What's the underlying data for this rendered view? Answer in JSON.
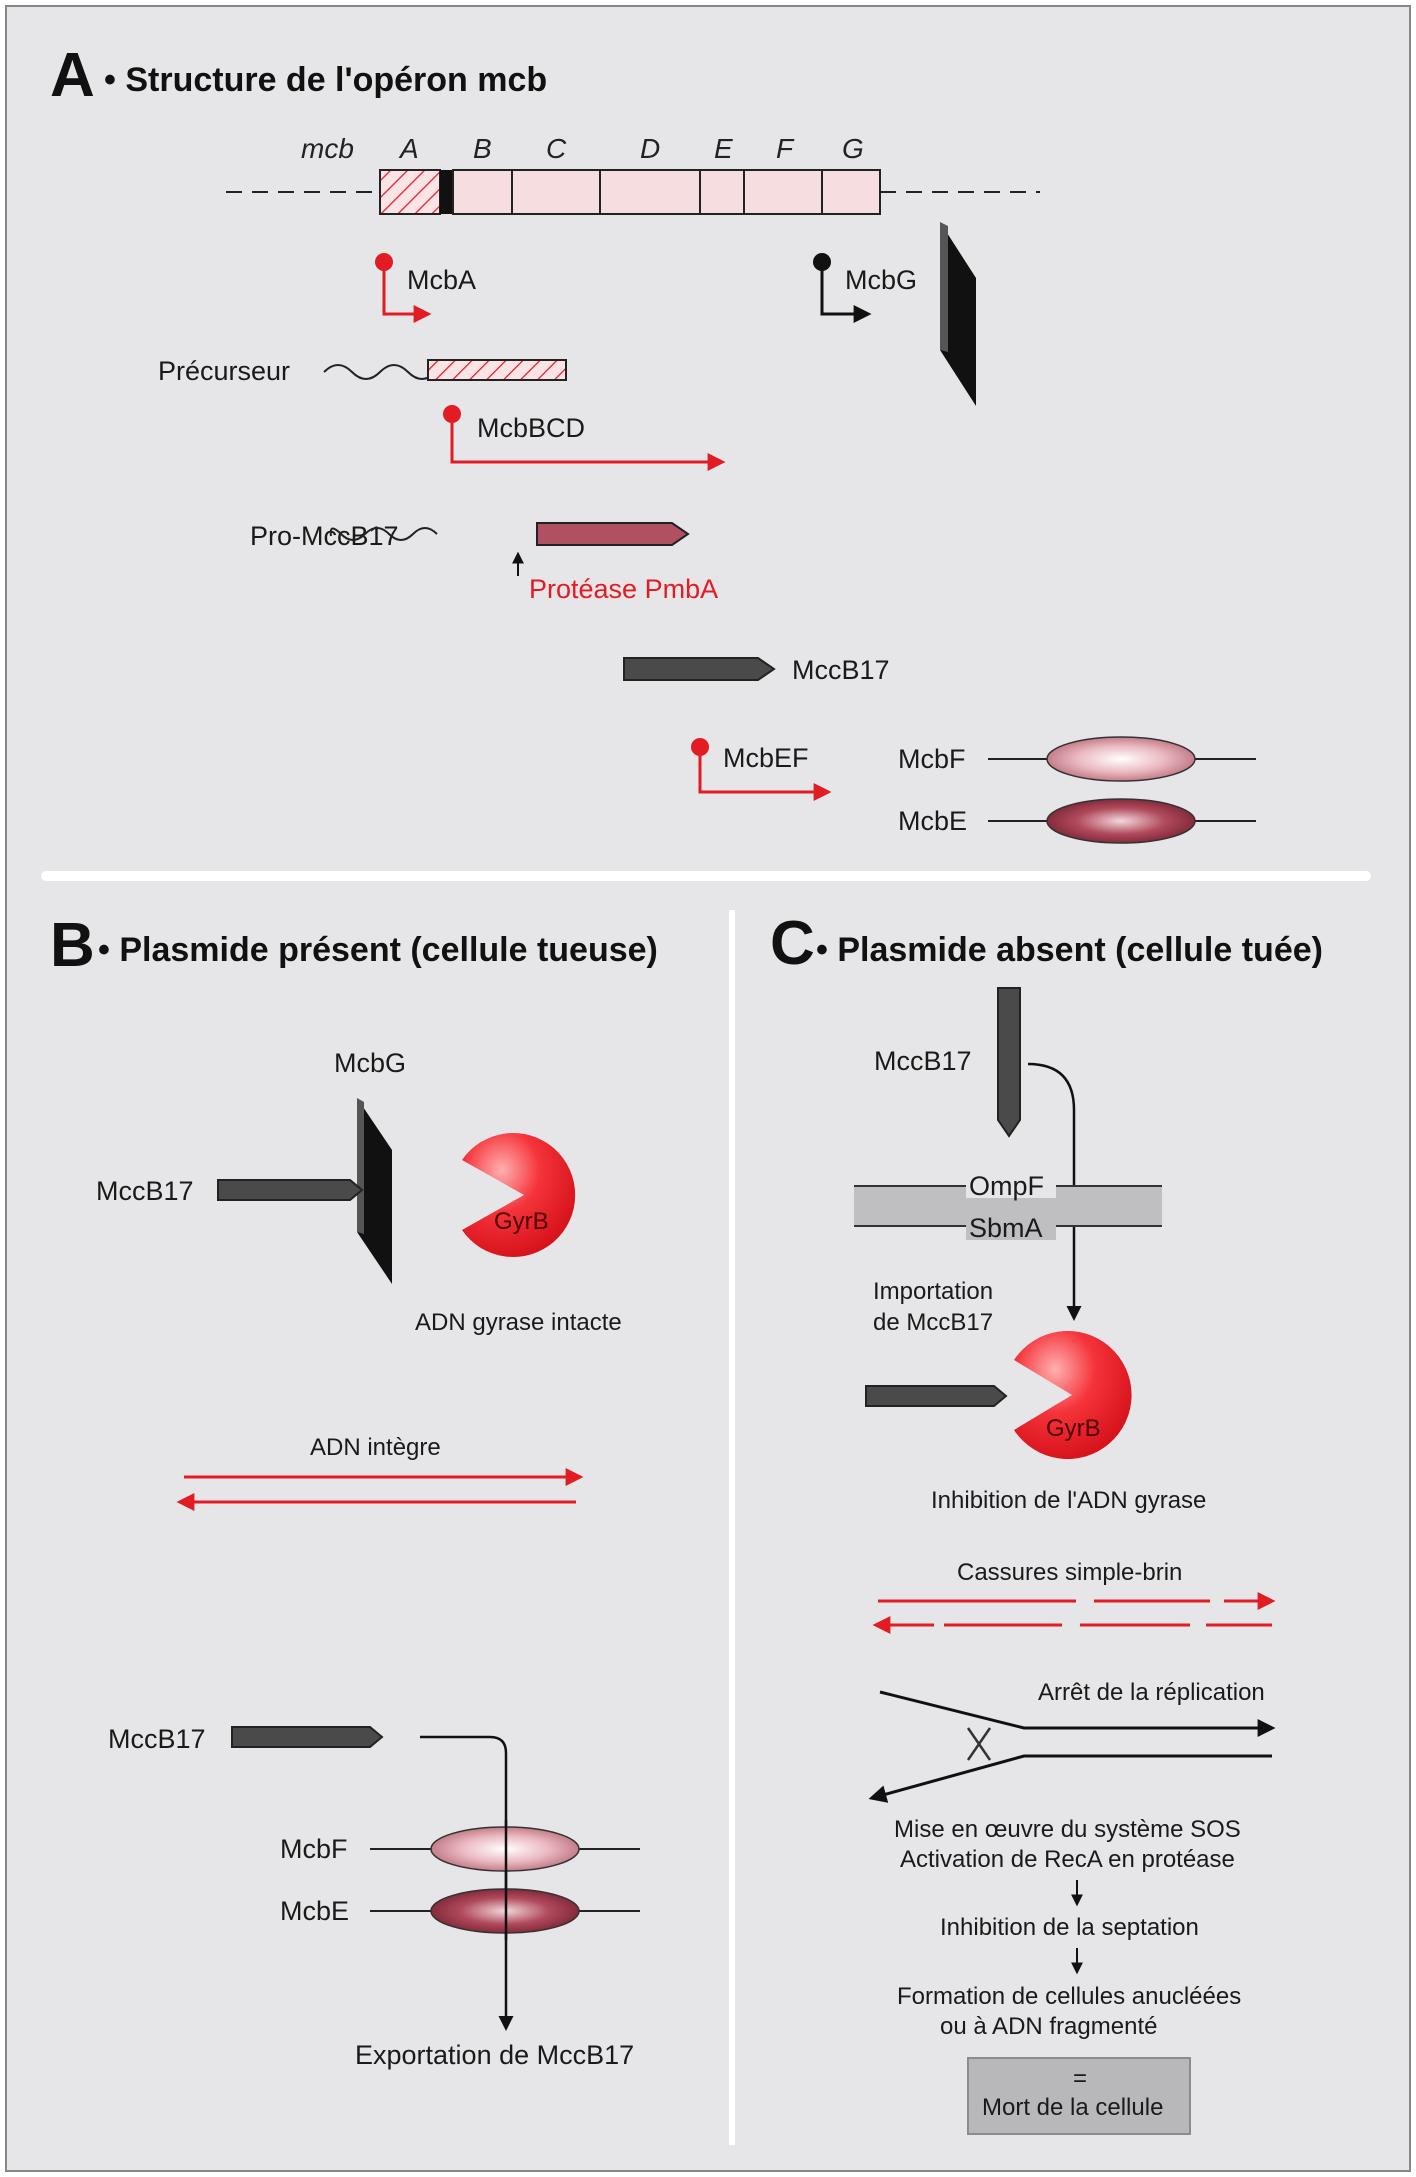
{
  "panel_a": {
    "letter": "A",
    "title": "• Structure de l'opéron mcb",
    "gene_prefix": "mcb",
    "genes": [
      "A",
      "B",
      "C",
      "D",
      "E",
      "F",
      "G"
    ],
    "promoter_mcba": "McbA",
    "promoter_mcbg": "McbG",
    "precursor": "Précurseur",
    "promoter_mcbbcd": "McbBCD",
    "pro_mccb17": "Pro-MccB17",
    "protease": "Protéase PmbA",
    "mccb17": "MccB17",
    "promoter_mcbef": "McbEF",
    "mcbf": "McbF",
    "mcbe": "McbE"
  },
  "panel_b": {
    "letter": "B",
    "title": "• Plasmide présent (cellule tueuse)",
    "mcbg": "McbG",
    "mccb17_top": "MccB17",
    "gyrb": "GyrB",
    "gyrase_intact": "ADN gyrase intacte",
    "dna_intact": "ADN intègre",
    "mccb17_bottom": "MccB17",
    "mcbf": "McbF",
    "mcbe": "McbE",
    "export": "Exportation de MccB17"
  },
  "panel_c": {
    "letter": "C",
    "title": "• Plasmide absent (cellule tuée)",
    "mccb17": "MccB17",
    "ompf": "OmpF",
    "sbma": "SbmA",
    "import_1": "Importation",
    "import_2": "de MccB17",
    "gyrb": "GyrB",
    "gyrase_inhibition": "Inhibition de l'ADN gyrase",
    "breaks": "Cassures simple-brin",
    "replication_stop": "Arrêt de la réplication",
    "sos_1": "Mise en œuvre du système SOS",
    "sos_2": "Activation de RecA en protéase",
    "septation": "Inhibition de la septation",
    "anucleate_1": "Formation de cellules anucléées",
    "anucleate_2": "ou à ADN fragmenté",
    "equals": "=",
    "death": "Mort de la cellule"
  },
  "colors": {
    "panel_bg": "#e6e6e8",
    "red": "#e31b23",
    "operon_fill": "#f6dde0",
    "dark_gray": "#4a4a4a",
    "pro_peptide": "#b05060"
  }
}
